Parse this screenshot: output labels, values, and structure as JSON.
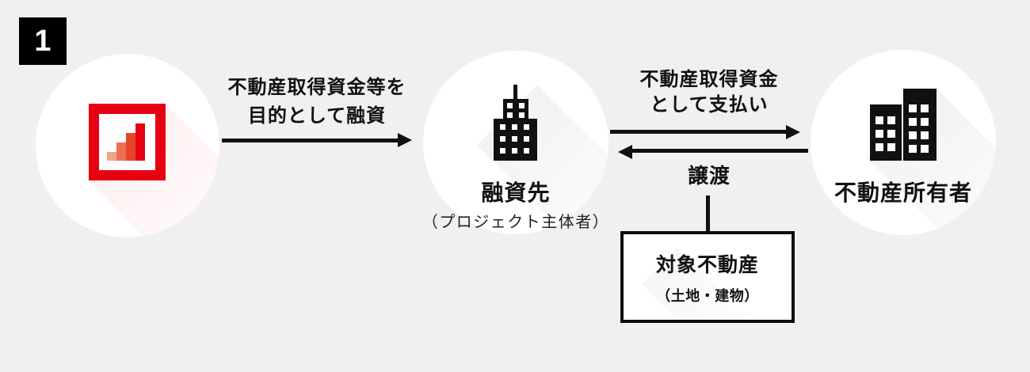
{
  "diagram": {
    "step_number": "1",
    "background_color": "#f0f0f0",
    "accent_color": "#e60012",
    "text_color": "#111111",
    "nodes": {
      "lender": {
        "icon": "bar-chart-logo-icon",
        "logo_frame_color": "#e60012",
        "logo_bar_colors": [
          "#f4a485",
          "#ee7052",
          "#e6462c",
          "#e60012"
        ]
      },
      "borrower": {
        "label": "融資先",
        "sublabel": "（プロジェクト主体者）",
        "icon": "office-building-icon"
      },
      "owner": {
        "label": "不動産所有者",
        "icon": "two-buildings-icon"
      }
    },
    "arrows": {
      "loan": {
        "direction": "right",
        "label_lines": [
          "不動産取得資金等を",
          "目的として融資"
        ]
      },
      "payment": {
        "direction": "right",
        "label_lines": [
          "不動産取得資金",
          "として支払い"
        ]
      },
      "transfer": {
        "direction": "left",
        "label": "譲渡"
      }
    },
    "property_box": {
      "title": "対象不動産",
      "subtitle": "（土地・建物）"
    }
  }
}
